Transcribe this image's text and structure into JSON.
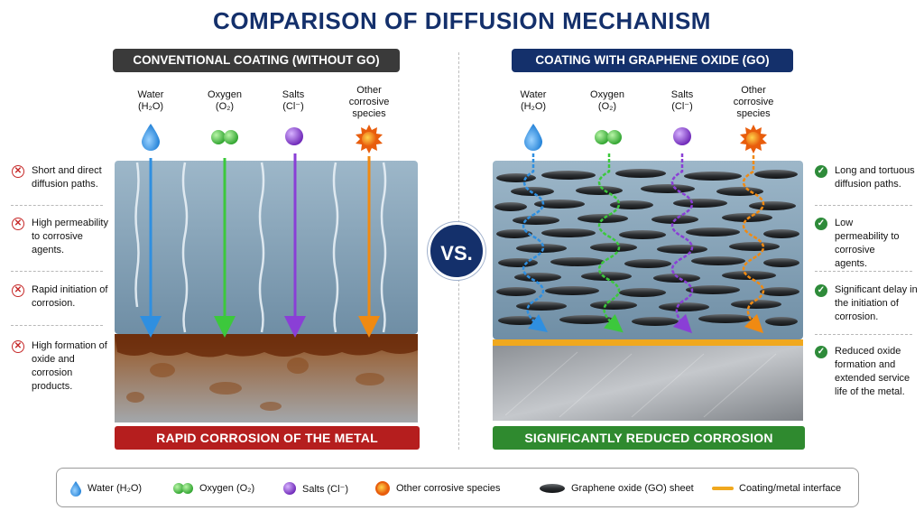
{
  "title": "COMPARISON OF DIFFUSION MECHANISM",
  "left": {
    "header": "CONVENTIONAL COATING (WITHOUT GO)",
    "banner": "RAPID CORROSION OF THE METAL",
    "callouts": [
      "Short and direct diffusion paths.",
      "High permeability to corrosive agents.",
      "Rapid initiation of corrosion.",
      "High formation of oxide and corrosion products."
    ]
  },
  "right": {
    "header": "COATING WITH GRAPHENE OXIDE (GO)",
    "banner": "SIGNIFICANTLY REDUCED CORROSION",
    "callouts": [
      "Long and tortuous diffusion paths.",
      "Low permeability to corrosive agents.",
      "Significant delay in the initiation of corrosion.",
      "Reduced oxide formation and extended service life of the metal."
    ]
  },
  "species": [
    {
      "line1": "Water",
      "line2": "(H₂O)",
      "line3": "",
      "icon": "water-drop-icon",
      "color": "#2f8fe0"
    },
    {
      "line1": "Oxygen",
      "line2": "(O₂)",
      "line3": "",
      "icon": "oxygen-molecule-icon",
      "color": "#3cc83c"
    },
    {
      "line1": "Salts",
      "line2": "(Cl⁻)",
      "line3": "",
      "icon": "salt-ion-icon",
      "color": "#8a3fd6"
    },
    {
      "line1": "Other",
      "line2": "corrosive",
      "line3": "species",
      "icon": "corrosive-species-icon",
      "color": "#f08a12"
    }
  ],
  "vs_label": "VS.",
  "legend": [
    {
      "label": "Water (H₂O)",
      "icon": "water-drop-icon"
    },
    {
      "label": "Oxygen (O₂)",
      "icon": "oxygen-molecule-icon"
    },
    {
      "label": "Salts (Cl⁻)",
      "icon": "salt-ion-icon"
    },
    {
      "label": "Other corrosive species",
      "icon": "corrosive-species-icon"
    },
    {
      "label": "Graphene oxide (GO) sheet",
      "icon": "graphene-sheet-icon"
    },
    {
      "label": "Coating/metal interface",
      "icon": "interface-line-icon"
    }
  ],
  "colors": {
    "title": "#14306b",
    "left_header": "#3a3a3a",
    "right_header": "#14306b",
    "left_banner": "#b51e1e",
    "right_banner": "#2f8a2f",
    "bad": "#c62828",
    "good": "#2e8b3a"
  }
}
